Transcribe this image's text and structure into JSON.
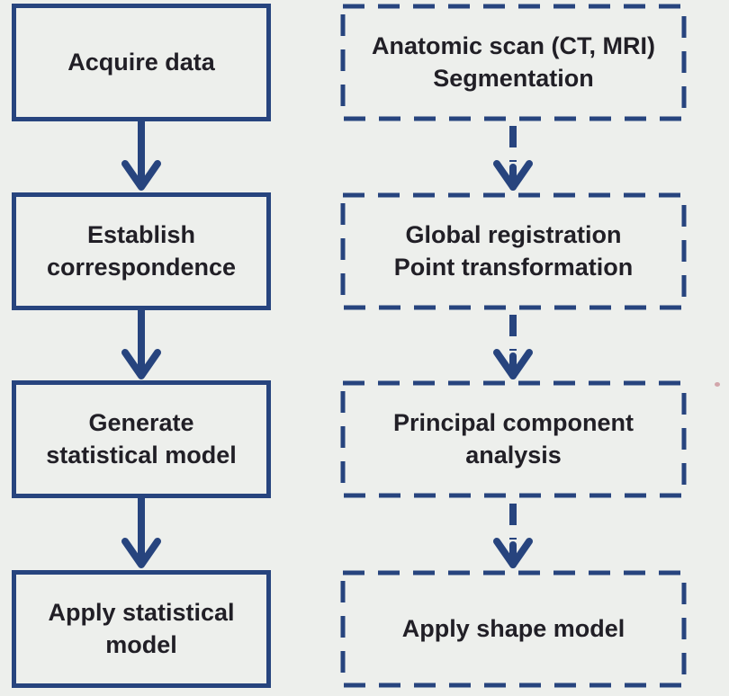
{
  "theme": {
    "background_color": "#edefec",
    "line_color": "#27447e",
    "text_color": "#211f26"
  },
  "flowchart": {
    "left_column": {
      "border_style": "solid",
      "arrow_style": "solid",
      "boxes": [
        "Acquire data",
        "Establish\ncorrespondence",
        "Generate\nstatistical model",
        "Apply statistical\nmodel"
      ]
    },
    "right_column": {
      "border_style": "dashed",
      "arrow_style": "dashed",
      "boxes": [
        "Anatomic scan (CT, MRI)\nSegmentation",
        "Global registration\nPoint transformation",
        "Principal component\nanalysis",
        "Apply shape model"
      ]
    }
  }
}
